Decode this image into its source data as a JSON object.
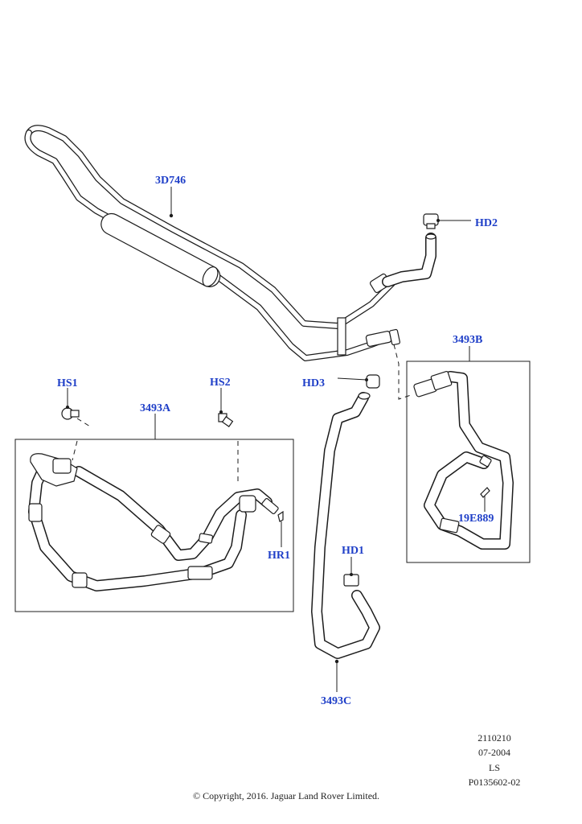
{
  "callouts": {
    "pipe_3d746": "3D746",
    "hd2": "HD2",
    "hd3": "HD3",
    "hs1": "HS1",
    "hs2": "HS2",
    "hose_3493a": "3493A",
    "hose_3493b": "3493B",
    "hose_3493c": "3493C",
    "hr1": "HR1",
    "hd1": "HD1",
    "bracket_19e889": "19E889"
  },
  "footer": {
    "ref_number": "2110210",
    "date": "07-2004",
    "model": "LS",
    "image_code": "P0135602-02",
    "copyright": "© Copyright, 2016. Jaguar Land Rover Limited."
  },
  "colors": {
    "callout_text": "#1f3fc8",
    "line_art": "#1c1c1c",
    "background": "#ffffff"
  }
}
